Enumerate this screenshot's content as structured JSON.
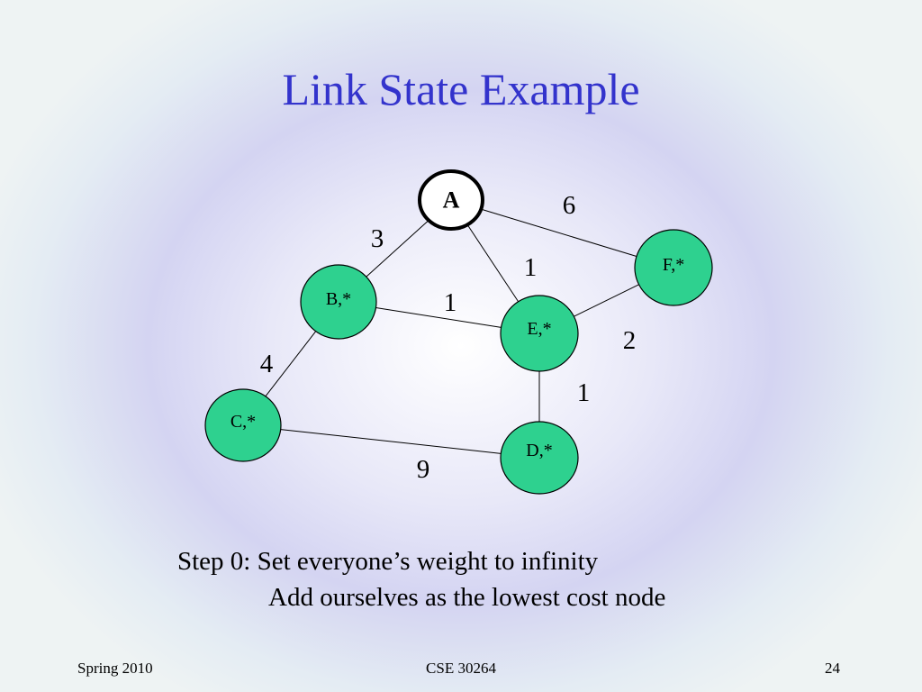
{
  "slide": {
    "title": "Link State Example",
    "step_line1": "Step 0: Set everyone’s weight to infinity",
    "step_line2": "Add ourselves as the lowest cost node"
  },
  "graph": {
    "nodes": [
      {
        "id": "A",
        "label": "A",
        "source": true
      },
      {
        "id": "B",
        "label": "B,*"
      },
      {
        "id": "C",
        "label": "C,*"
      },
      {
        "id": "D",
        "label": "D,*"
      },
      {
        "id": "E",
        "label": "E,*"
      },
      {
        "id": "F",
        "label": "F,*"
      }
    ],
    "edges": [
      {
        "from": "A",
        "to": "B",
        "weight": "3"
      },
      {
        "from": "A",
        "to": "E",
        "weight": "1"
      },
      {
        "from": "A",
        "to": "F",
        "weight": "6"
      },
      {
        "from": "B",
        "to": "E",
        "weight": "1"
      },
      {
        "from": "B",
        "to": "C",
        "weight": "4"
      },
      {
        "from": "C",
        "to": "D",
        "weight": "9"
      },
      {
        "from": "E",
        "to": "F",
        "weight": "2"
      },
      {
        "from": "E",
        "to": "D",
        "weight": "1"
      }
    ],
    "colors": {
      "node_fill": "#2ed18f",
      "source_fill": "#ffffff",
      "title": "#3333cc"
    }
  },
  "footer": {
    "left": "Spring 2010",
    "center": "CSE 30264",
    "right": "24"
  }
}
